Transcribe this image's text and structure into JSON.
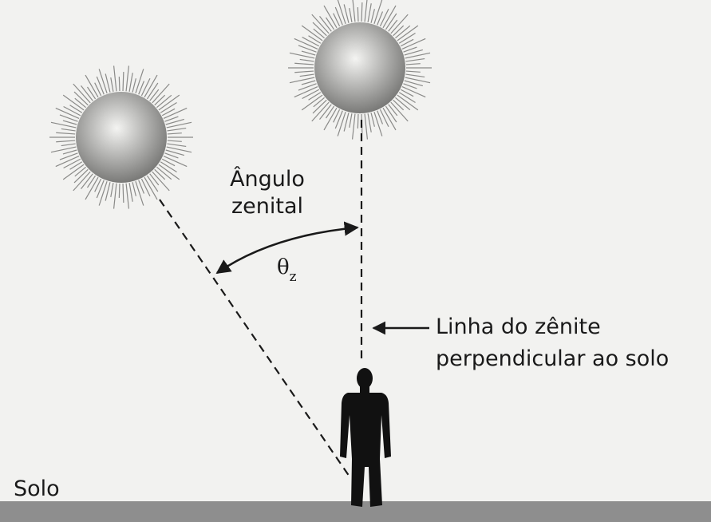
{
  "labels": {
    "angle_title_line1": "Ângulo",
    "angle_title_line2": "zenital",
    "angle_symbol": "θ",
    "angle_subscript": "z",
    "zenith_line1": "Linha do zênite",
    "zenith_line2": "perpendicular ao solo",
    "ground": "Solo"
  },
  "colors": {
    "background": "#f2f2f0",
    "ground": "#8e8e8e",
    "sun": "#9a9a98",
    "line": "#1a1a1a",
    "person": "#111111"
  },
  "icons": [
    "sun-icon",
    "person-silhouette-icon",
    "arrow-icon"
  ]
}
